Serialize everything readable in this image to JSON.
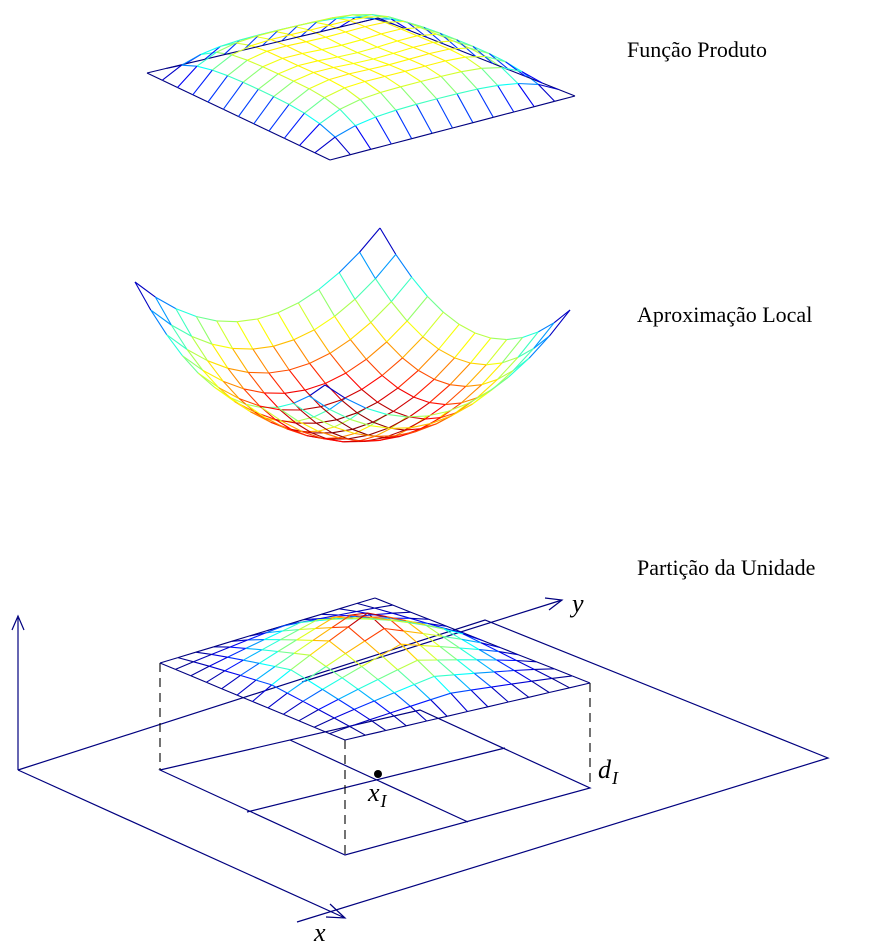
{
  "labels": {
    "product_function": "Função Produto",
    "local_approximation": "Aproximação Local",
    "partition_of_unity": "Partição da Unidade",
    "axis_x": "x",
    "axis_y": "y",
    "node_x": "x",
    "node_x_sub": "I",
    "support_d": "d",
    "support_d_sub": "I"
  },
  "colormap": [
    "#00007f",
    "#0000ff",
    "#00ffff",
    "#7fff7f",
    "#ffff00",
    "#ff7f00",
    "#ff0000",
    "#7f0000"
  ],
  "colors": {
    "axis": "#00007f",
    "text": "#000000",
    "background": "#ffffff"
  }
}
